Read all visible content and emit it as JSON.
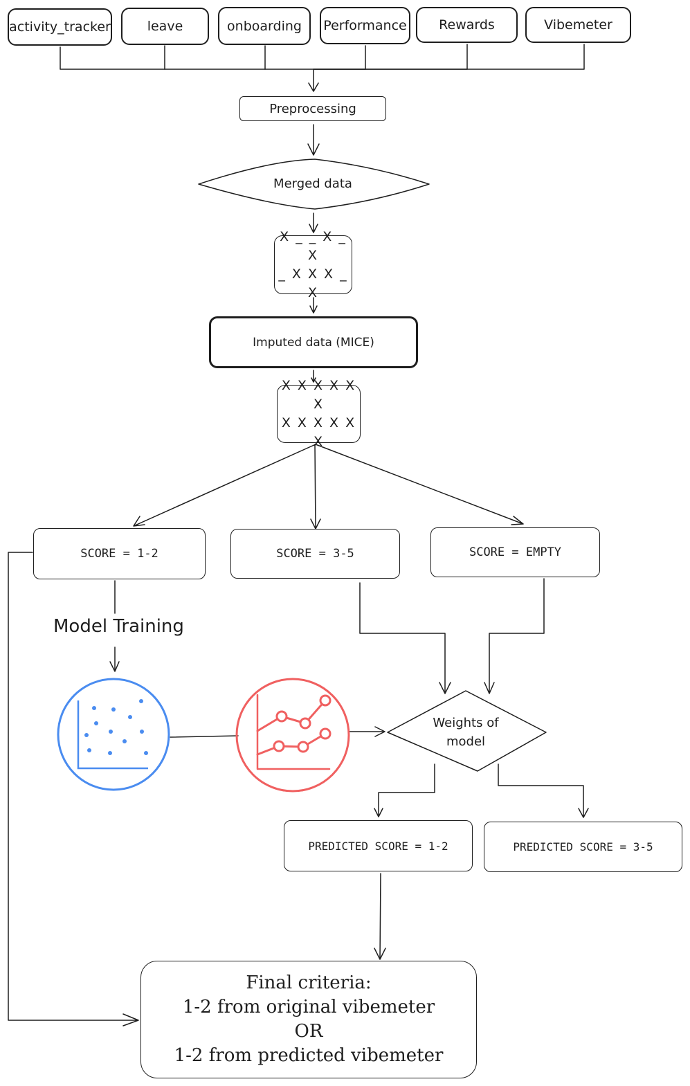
{
  "sources": [
    "activity_tracker",
    "leave",
    "onboarding",
    "Performance",
    "Rewards",
    "Vibemeter"
  ],
  "preprocessing": "Preprocessing",
  "merged": "Merged data",
  "sparse_matrix": [
    "X _ _ X _ X",
    "_ X X X _ X"
  ],
  "imputed": "Imputed data (MICE)",
  "full_matrix": [
    "X X X X X X",
    "X X X X X X"
  ],
  "scores": {
    "low": "SCORE = 1-2",
    "mid": "SCORE = 3-5",
    "empty": "SCORE = EMPTY"
  },
  "model_training": "Model Training",
  "weights": [
    "Weights of",
    "model"
  ],
  "predicted": {
    "low": "PREDICTED SCORE = 1-2",
    "mid": "PREDICTED SCORE = 3-5"
  },
  "final": {
    "title": "Final criteria:",
    "line1": "1-2 from original vibemeter",
    "line2": "OR",
    "line3": "1-2 from predicted vibemeter"
  },
  "colors": {
    "stroke": "#1e1e1e",
    "scatter_icon": "#4a8cf0",
    "line_chart_icon": "#f06060"
  },
  "icons": [
    "scatter-plot-icon",
    "line-chart-icon"
  ]
}
